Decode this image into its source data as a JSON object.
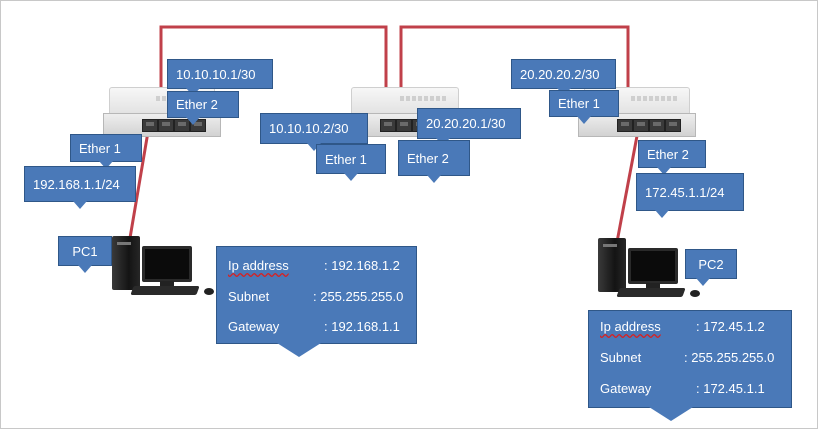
{
  "routers": {
    "r1": {
      "ether2_ip": "10.10.10.1/30",
      "ether2_label": "Ether 2",
      "ether1_label": "Ether 1",
      "ether1_ip": "192.168.1.1/24"
    },
    "r2": {
      "ether1_ip": "10.10.10.2/30",
      "ether1_label": "Ether 1",
      "ether2_ip": "20.20.20.1/30",
      "ether2_label": "Ether 2"
    },
    "r3": {
      "ether1_ip": "20.20.20.2/30",
      "ether1_label": "Ether 1",
      "ether2_label": "Ether 2",
      "ether2_ip": "172.45.1.1/24"
    }
  },
  "pcs": {
    "pc1": {
      "label": "PC1",
      "ip_label": "Ip address",
      "ip_value": ": 192.168.1.2",
      "subnet_label": "Subnet",
      "subnet_value": ": 255.255.255.0",
      "gateway_label": "Gateway",
      "gateway_value": ": 192.168.1.1"
    },
    "pc2": {
      "label": "PC2",
      "ip_label": "Ip address",
      "ip_value": ": 172.45.1.2",
      "subnet_label": "Subnet",
      "subnet_value": ": 255.255.255.0",
      "gateway_label": "Gateway",
      "gateway_value": ": 172.45.1.1"
    }
  },
  "colors": {
    "cable": "#c0404a",
    "callout": "#4a79b8"
  }
}
